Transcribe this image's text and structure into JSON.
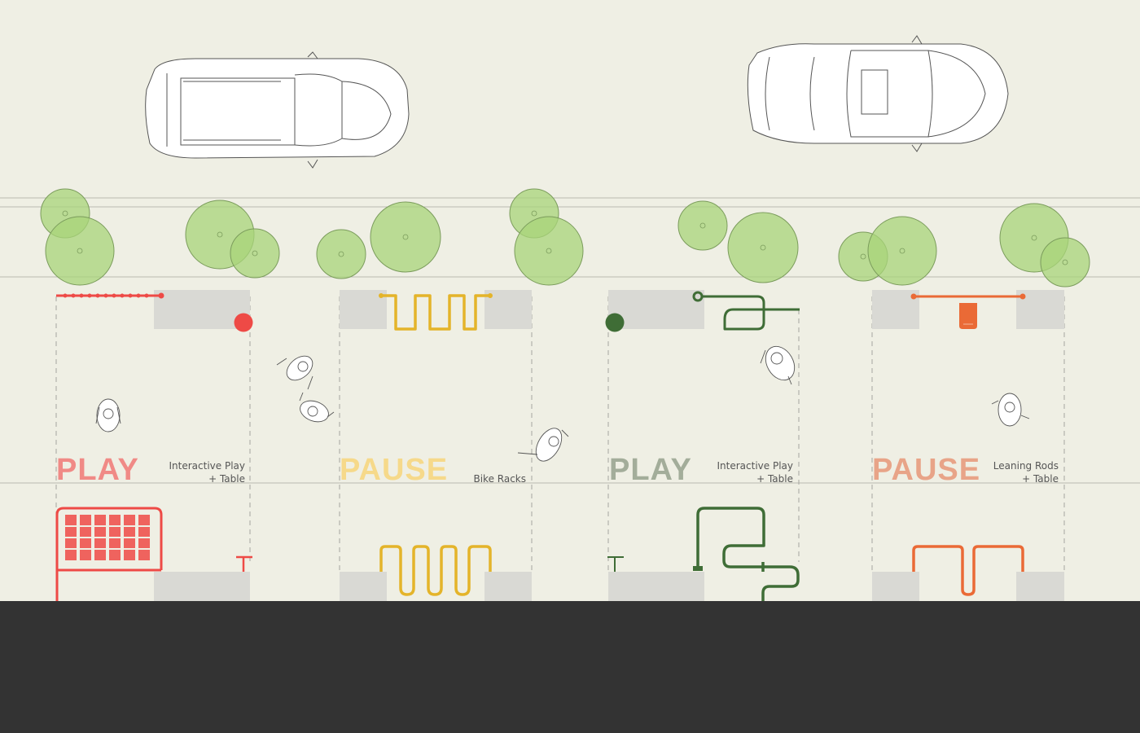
{
  "modules": [
    {
      "title": "PLAY",
      "caption_line1": "Interactive Play",
      "caption_line2": "+ Table",
      "color": "#f08a86",
      "accent": "#ee4a46"
    },
    {
      "title": "PAUSE",
      "caption_line1": "",
      "caption_line2": "Bike Racks",
      "color": "#f6d98a",
      "accent": "#e4b42a"
    },
    {
      "title": "PLAY",
      "caption_line1": "Interactive Play",
      "caption_line2": "+ Table",
      "color": "#a3ad9a",
      "accent": "#3f6d36"
    },
    {
      "title": "PAUSE",
      "caption_line1": "Leaning Rods",
      "caption_line2": "+ Table",
      "color": "#e8a488",
      "accent": "#ea6a36"
    }
  ],
  "colors": {
    "background": "#efefe4",
    "footer": "#333333",
    "tree_fill": "#a8d47a",
    "planter": "#d9d9d4"
  },
  "icons": [
    "car-suv-icon",
    "car-sedan-icon",
    "tree-icon",
    "pedestrian-icon"
  ]
}
